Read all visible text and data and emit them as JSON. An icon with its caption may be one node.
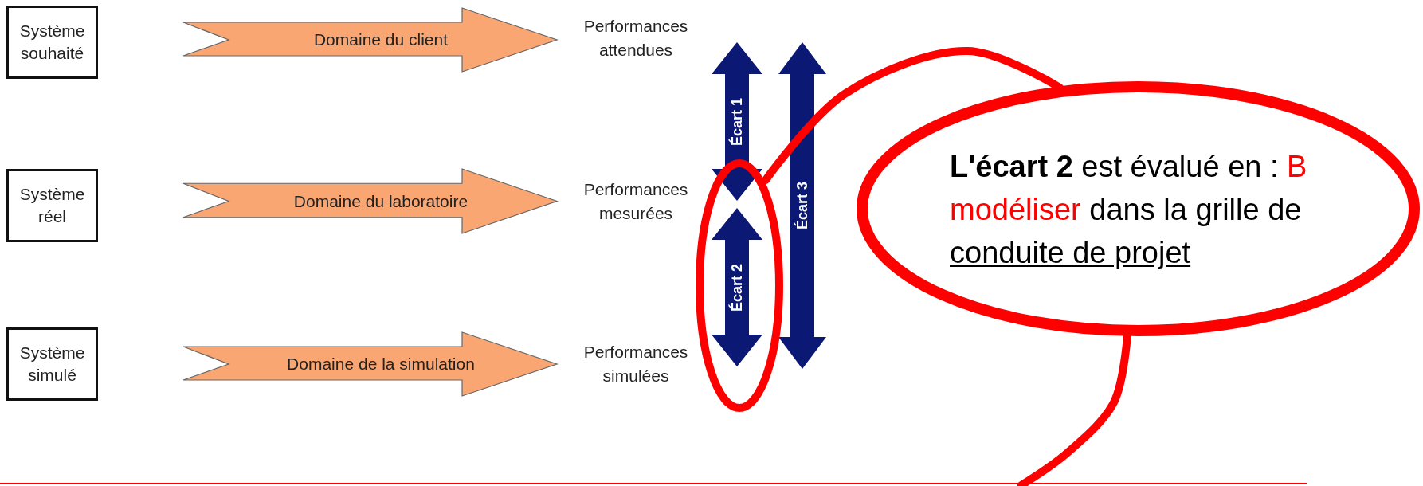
{
  "diagram": {
    "nodes": [
      {
        "text": [
          "Système souhaité"
        ]
      },
      {
        "text": [
          "Domaine du client"
        ]
      },
      {
        "text": [
          "Performances attendues"
        ]
      },
      {
        "text": [
          "Écart 1"
        ]
      },
      {
        "text": [
          "Écart 3"
        ]
      },
      {
        "text": [
          "**L'écart 2** est évalué en :",
          "B modéliser",
          "dans la grille de",
          "conduite de projet"
        ]
      },
      {
        "text": [
          "Système réel"
        ]
      },
      {
        "text": [
          "Domaine du laboratoire"
        ]
      },
      {
        "text": [
          "Performances mesurées"
        ]
      },
      {
        "text": [],
        "shape": "circle"
      },
      {
        "text": [
          "Écart 2"
        ],
        "in": 9
      },
      {
        "text": [
          "Système simulé"
        ]
      },
      {
        "text": [
          "Domaine de la simulation"
        ]
      },
      {
        "text": [
          "Performances simulées"
        ]
      }
    ],
    "edges": [
      {
        "from": 5,
        "to": 9,
        "arrow": "none"
      },
      {
        "from": 5,
        "to": null,
        "arrow": "none"
      }
    ]
  }
}
